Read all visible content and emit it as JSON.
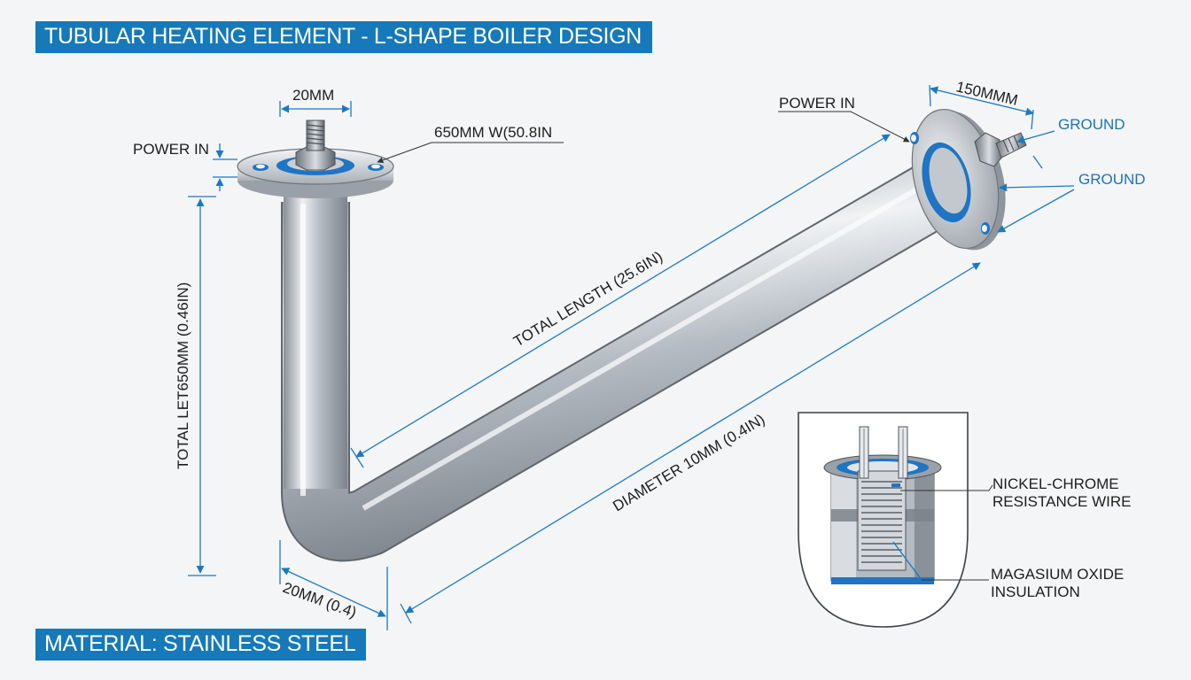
{
  "title": "TUBULAR HEATING ELEMENT - L-SHAPE BOILER DESIGN",
  "material": "MATERIAL: STAINLESS STEEL",
  "labels": {
    "top_flange_width": "20MM",
    "power_in_left": "POWER IN",
    "top_callout": "650MM  W(50.8IN",
    "power_in_right": "POWER IN",
    "right_flange_width": "150MMM",
    "ground_1": "GROUND",
    "ground_2": "GROUND",
    "total_length": "TOTAL LENGTH (25.6IN)",
    "vertical_length": "TOTAL LET650MM (0.46IN)",
    "diameter": "DIAMETER 10MM (0.4IN)",
    "bottom_width": "20MM (0.4)",
    "wire_line1": "NICKEL-CHROME",
    "wire_line2": "RESISTANCE WIRE",
    "insulation_line1": "MAGASIUM OXIDE",
    "insulation_line2": "INSULATION"
  },
  "colors": {
    "accent_blue": "#1679b9",
    "steel_light": "#e6e9ec",
    "steel_dark": "#8c939b",
    "seal_blue": "#1f74c4"
  }
}
